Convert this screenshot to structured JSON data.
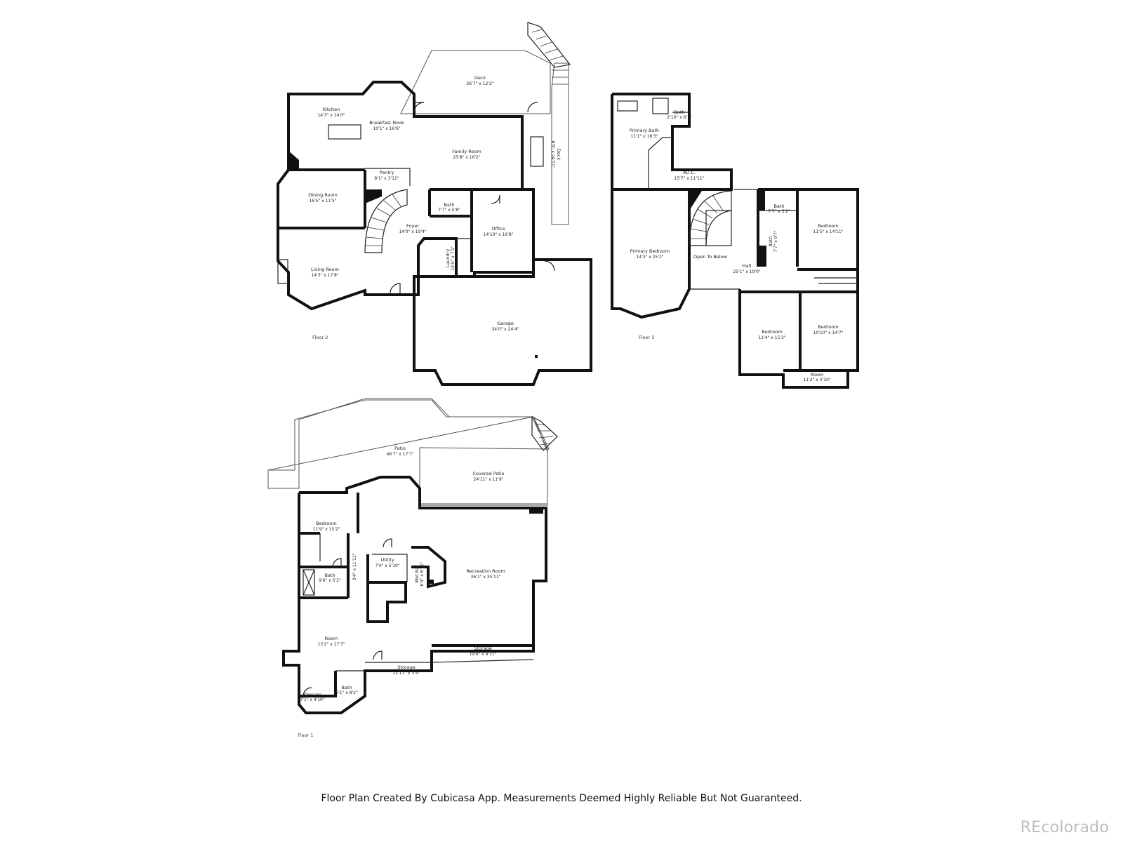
{
  "footer": {
    "note": "Floor Plan Created By Cubicasa App. Measurements Deemed Highly Reliable But Not Guaranteed.",
    "brand": "REcolorado"
  },
  "floors": {
    "floor2": {
      "label": "Floor 2",
      "rooms": {
        "deck": {
          "name": "Deck",
          "dims": "26'7\" x 12'2\""
        },
        "kitchen": {
          "name": "Kitchen",
          "dims": "14'3\" x 14'0\""
        },
        "breakfast": {
          "name": "Breakfast Nook",
          "dims": "10'1\" x 16'6\""
        },
        "family": {
          "name": "Family Room",
          "dims": "25'8\" x 16'2\""
        },
        "deck_side": {
          "name": "Deck",
          "dims": "6'5\" x 24'11\""
        },
        "pantry": {
          "name": "Pantry",
          "dims": "8'1\" x 3'11\""
        },
        "dining": {
          "name": "Dining Room",
          "dims": "16'5\" x 11'5\""
        },
        "bath": {
          "name": "Bath",
          "dims": "7'7\" x 5'8\""
        },
        "foyer": {
          "name": "Foyer",
          "dims": "14'0\" x 19'4\""
        },
        "office": {
          "name": "Office",
          "dims": "14'10\" x 16'8\""
        },
        "laundry": {
          "name": "Laundry",
          "dims": "10'5\" x 7'1\""
        },
        "living": {
          "name": "Living Room",
          "dims": "14'3\" x 17'8\""
        },
        "garage": {
          "name": "Garage",
          "dims": "34'0\" x 24'4\""
        }
      }
    },
    "floor3": {
      "label": "Floor 3",
      "rooms": {
        "primary_bath": {
          "name": "Primary Bath",
          "dims": "11'1\" x 18'3\""
        },
        "small_bath": {
          "name": "Bath",
          "dims": "2'10\" x 6'1\""
        },
        "wic": {
          "name": "W.I.C.",
          "dims": "15'7\" x 11'11\""
        },
        "primary_bed": {
          "name": "Primary Bedroom",
          "dims": "14'3\" x 25'2\""
        },
        "open_below": {
          "name": "Open To Below"
        },
        "hall": {
          "name": "Hall",
          "dims": "25'1\" x 19'0\""
        },
        "bath_a": {
          "name": "Bath",
          "dims": "7'7\" x 5'2\""
        },
        "bath_b": {
          "name": "Bath",
          "dims": "7'7\" x 9'7\""
        },
        "bed1": {
          "name": "Bedroom",
          "dims": "11'5\" x 14'11\""
        },
        "bed2": {
          "name": "Bedroom",
          "dims": "11'4\" x 15'3\""
        },
        "bed3": {
          "name": "Bedroom",
          "dims": "10'10\" x 14'7\""
        },
        "room": {
          "name": "Room",
          "dims": "11'2\" x 3'10\""
        }
      }
    },
    "floor1": {
      "label": "Floor 1",
      "rooms": {
        "patio": {
          "name": "Patio",
          "dims": "46'7\" x 17'7\""
        },
        "covered_patio": {
          "name": "Covered Patio",
          "dims": "24'11\" x 11'9\""
        },
        "bedroom": {
          "name": "Bedroom",
          "dims": "11'9\" x 15'2\""
        },
        "hallway": {
          "dims": "3'4\" x 11'11\""
        },
        "utility": {
          "name": "Utility",
          "dims": "7'0\" x 5'10\""
        },
        "wet_bar": {
          "name": "Wet Bar",
          "dims": "6'4\" x 6'11\""
        },
        "recreation": {
          "name": "Recreation Room",
          "dims": "36'1\" x 35'11\""
        },
        "bath": {
          "name": "Bath",
          "dims": "9'6\" x 5'2\""
        },
        "room": {
          "name": "Room",
          "dims": "13'2\" x 17'7\""
        },
        "storage_big": {
          "name": "Storage",
          "dims": "19'6\" x 4'11\""
        },
        "storage_mid": {
          "name": "Storage",
          "dims": "12'11\" x 3'4\""
        },
        "storage_small": {
          "name": "Storage",
          "dims": "7'1\" x 4'10\""
        },
        "bath_small": {
          "name": "Bath",
          "dims": "5'1\" x 8'2\""
        }
      }
    }
  }
}
